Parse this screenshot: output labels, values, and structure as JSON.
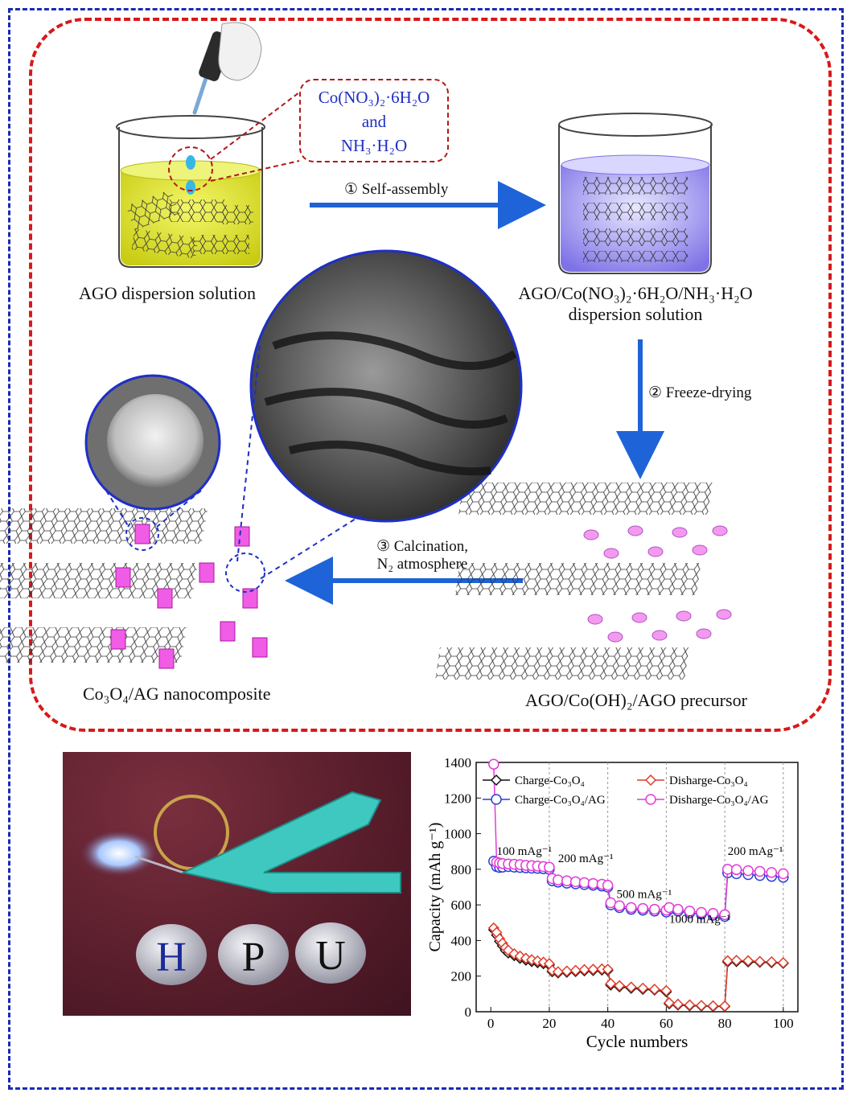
{
  "diagram": {
    "callout": {
      "line1": "Co(NO₃)₂·6H₂O",
      "line2": "and",
      "line3": "NH₃·H₂O"
    },
    "labels": {
      "ago_solution": "AGO dispersion solution",
      "mixture_line1": "AGO/Co(NO₃)₂·6H₂O/NH₃·H₂O",
      "mixture_line2": "dispersion solution",
      "precursor": "AGO/Co(OH)₂/AGO precursor",
      "nanocomposite": "Co₃O₄/AG nanocomposite"
    },
    "steps": {
      "step1": "① Self-assembly",
      "step2": "② Freeze-drying",
      "step3_line1": "③ Calcination,",
      "step3_line2": "N₂ atmosphere"
    }
  },
  "photo": {
    "letters": [
      "H",
      "P",
      "U"
    ]
  },
  "chart_data": {
    "type": "scatter",
    "xlabel": "Cycle numbers",
    "ylabel": "Capacity (mAh g⁻¹)",
    "xlim": [
      -5,
      105
    ],
    "ylim": [
      0,
      1400
    ],
    "xticks": [
      0,
      20,
      40,
      60,
      80,
      100
    ],
    "yticks": [
      0,
      200,
      400,
      600,
      800,
      1000,
      1200,
      1400
    ],
    "vlines": [
      20,
      40,
      60,
      80,
      100
    ],
    "annotations": [
      "100 mAg⁻¹",
      "200 mAg⁻¹",
      "500 mAg⁻¹",
      "1000 mAg⁻¹",
      "200 mAg⁻¹"
    ],
    "legend_position": "top",
    "series": [
      {
        "name": "Charge-Co₃O₄",
        "color": "#111111",
        "marker": "diamond",
        "points": [
          [
            1,
            460
          ],
          [
            2,
            430
          ],
          [
            3,
            395
          ],
          [
            4,
            370
          ],
          [
            5,
            345
          ],
          [
            6,
            330
          ],
          [
            8,
            315
          ],
          [
            10,
            300
          ],
          [
            12,
            290
          ],
          [
            14,
            282
          ],
          [
            16,
            276
          ],
          [
            18,
            270
          ],
          [
            20,
            262
          ],
          [
            21,
            225
          ],
          [
            23,
            218
          ],
          [
            26,
            222
          ],
          [
            29,
            226
          ],
          [
            32,
            230
          ],
          [
            35,
            232
          ],
          [
            38,
            234
          ],
          [
            40,
            232
          ],
          [
            41,
            150
          ],
          [
            44,
            140
          ],
          [
            48,
            132
          ],
          [
            52,
            126
          ],
          [
            56,
            122
          ],
          [
            60,
            112
          ],
          [
            61,
            45
          ],
          [
            64,
            38
          ],
          [
            68,
            34
          ],
          [
            72,
            32
          ],
          [
            76,
            30
          ],
          [
            80,
            30
          ],
          [
            81,
            280
          ],
          [
            84,
            282
          ],
          [
            88,
            280
          ],
          [
            92,
            278
          ],
          [
            96,
            276
          ],
          [
            100,
            272
          ]
        ]
      },
      {
        "name": "Disharge-Co₃O₄",
        "color": "#e03b2a",
        "marker": "diamond",
        "points": [
          [
            1,
            470
          ],
          [
            2,
            445
          ],
          [
            3,
            410
          ],
          [
            4,
            385
          ],
          [
            5,
            360
          ],
          [
            6,
            345
          ],
          [
            8,
            325
          ],
          [
            10,
            312
          ],
          [
            12,
            300
          ],
          [
            14,
            292
          ],
          [
            16,
            285
          ],
          [
            18,
            278
          ],
          [
            20,
            270
          ],
          [
            21,
            232
          ],
          [
            23,
            224
          ],
          [
            26,
            228
          ],
          [
            29,
            232
          ],
          [
            32,
            236
          ],
          [
            35,
            238
          ],
          [
            38,
            240
          ],
          [
            40,
            238
          ],
          [
            41,
            158
          ],
          [
            44,
            146
          ],
          [
            48,
            138
          ],
          [
            52,
            132
          ],
          [
            56,
            126
          ],
          [
            60,
            118
          ],
          [
            61,
            50
          ],
          [
            64,
            42
          ],
          [
            68,
            38
          ],
          [
            72,
            35
          ],
          [
            76,
            33
          ],
          [
            80,
            32
          ],
          [
            81,
            286
          ],
          [
            84,
            288
          ],
          [
            88,
            286
          ],
          [
            92,
            282
          ],
          [
            96,
            280
          ],
          [
            100,
            275
          ]
        ]
      },
      {
        "name": "Charge-Co₃O₄/AG",
        "color": "#2b3fd6",
        "marker": "circle",
        "points": [
          [
            1,
            845
          ],
          [
            2,
            815
          ],
          [
            3,
            810
          ],
          [
            4,
            812
          ],
          [
            6,
            815
          ],
          [
            8,
            812
          ],
          [
            10,
            810
          ],
          [
            12,
            808
          ],
          [
            14,
            806
          ],
          [
            16,
            805
          ],
          [
            18,
            803
          ],
          [
            20,
            800
          ],
          [
            21,
            735
          ],
          [
            23,
            728
          ],
          [
            26,
            722
          ],
          [
            29,
            718
          ],
          [
            32,
            714
          ],
          [
            35,
            710
          ],
          [
            38,
            706
          ],
          [
            40,
            700
          ],
          [
            41,
            600
          ],
          [
            44,
            585
          ],
          [
            48,
            575
          ],
          [
            52,
            570
          ],
          [
            56,
            565
          ],
          [
            60,
            560
          ],
          [
            61,
            575
          ],
          [
            64,
            565
          ],
          [
            68,
            555
          ],
          [
            72,
            548
          ],
          [
            76,
            542
          ],
          [
            80,
            535
          ],
          [
            81,
            780
          ],
          [
            84,
            775
          ],
          [
            88,
            770
          ],
          [
            92,
            765
          ],
          [
            96,
            760
          ],
          [
            100,
            755
          ]
        ]
      },
      {
        "name": "Disharge-Co₃O₄/AG",
        "color": "#e23bd6",
        "marker": "circle",
        "points": [
          [
            1,
            1390
          ],
          [
            2,
            840
          ],
          [
            3,
            835
          ],
          [
            4,
            832
          ],
          [
            6,
            830
          ],
          [
            8,
            828
          ],
          [
            10,
            826
          ],
          [
            12,
            822
          ],
          [
            14,
            820
          ],
          [
            16,
            818
          ],
          [
            18,
            815
          ],
          [
            20,
            812
          ],
          [
            21,
            748
          ],
          [
            23,
            740
          ],
          [
            26,
            735
          ],
          [
            29,
            730
          ],
          [
            32,
            725
          ],
          [
            35,
            720
          ],
          [
            38,
            716
          ],
          [
            40,
            710
          ],
          [
            41,
            612
          ],
          [
            44,
            595
          ],
          [
            48,
            585
          ],
          [
            52,
            580
          ],
          [
            56,
            575
          ],
          [
            60,
            570
          ],
          [
            61,
            585
          ],
          [
            64,
            575
          ],
          [
            68,
            565
          ],
          [
            72,
            558
          ],
          [
            76,
            552
          ],
          [
            80,
            545
          ],
          [
            81,
            800
          ],
          [
            84,
            798
          ],
          [
            88,
            792
          ],
          [
            92,
            788
          ],
          [
            96,
            782
          ],
          [
            100,
            775
          ]
        ]
      }
    ]
  }
}
